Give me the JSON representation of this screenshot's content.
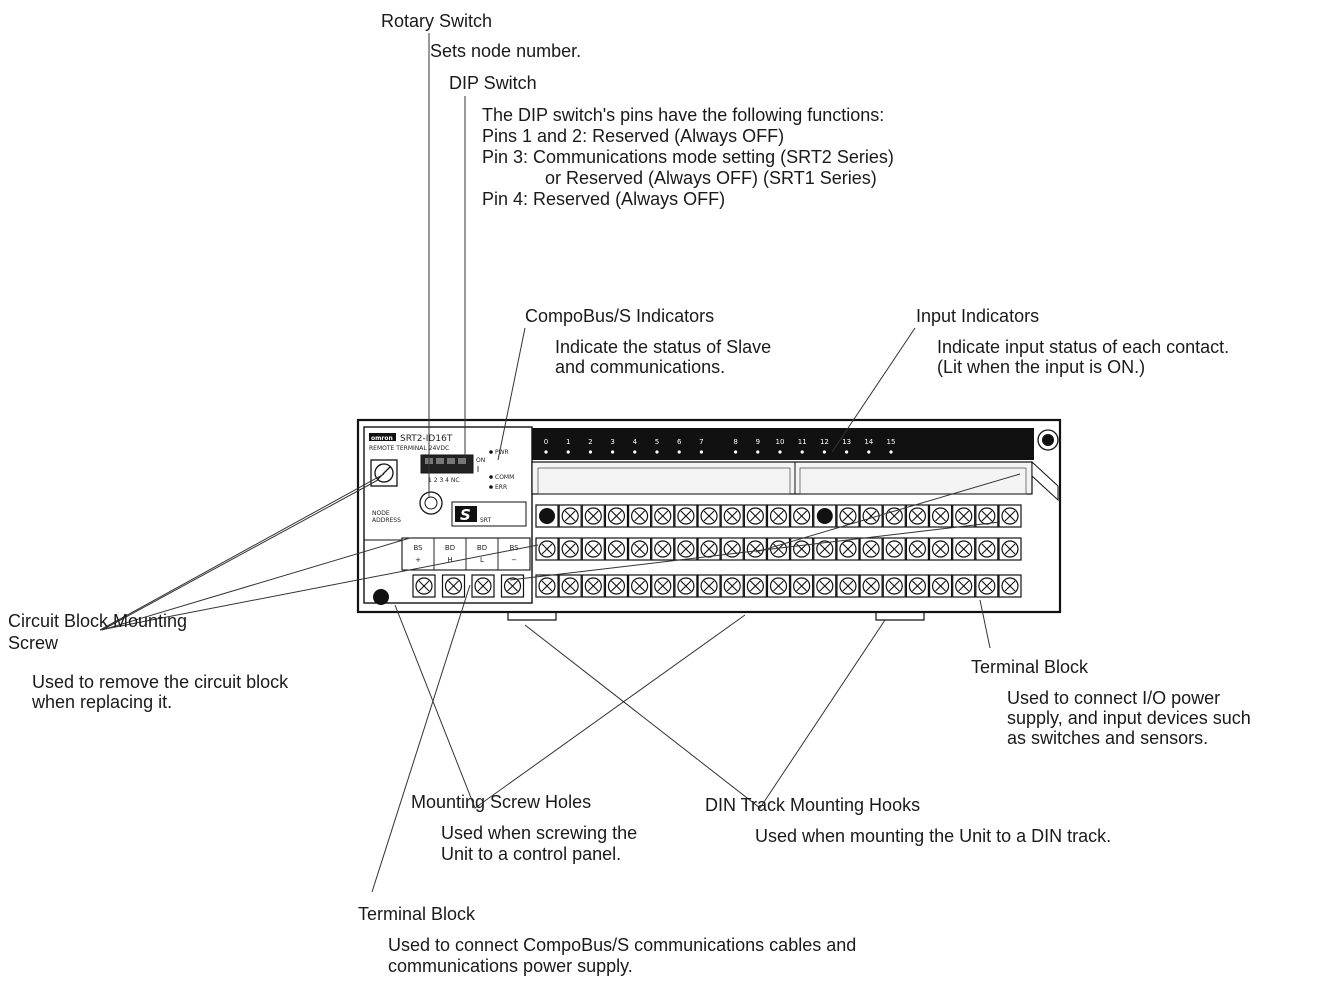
{
  "device": {
    "brand": "omron",
    "model": "SRT2-ID16T",
    "subtitle": "REMOTE TERMINAL 24VDC",
    "dip_on": "ON",
    "dip_numbers": "1 2 3 4 NC",
    "pwr": "PWR",
    "comm": "COMM",
    "err": "ERR",
    "node_address": [
      "NODE",
      "ADDRESS"
    ],
    "srt_logo": "S",
    "srt_sub": "SRT",
    "input_numbers": [
      "0",
      "1",
      "2",
      "3",
      "4",
      "5",
      "6",
      "7",
      "8",
      "9",
      "10",
      "11",
      "12",
      "13",
      "14",
      "15"
    ],
    "bs_terminals": [
      [
        "BS",
        "+"
      ],
      [
        "BD",
        "H"
      ],
      [
        "BD",
        "L"
      ],
      [
        "BS",
        "−"
      ]
    ]
  },
  "callouts": {
    "rotary_switch": {
      "title": "Rotary Switch",
      "desc": [
        "Sets node number."
      ]
    },
    "dip_switch": {
      "title": "DIP Switch",
      "desc": [
        "The DIP switch's pins have the following functions:",
        "Pins 1 and 2: Reserved (Always OFF)",
        "Pin 3: Communications mode setting (SRT2 Series)",
        "or Reserved (Always OFF) (SRT1 Series)",
        "Pin 4: Reserved (Always OFF)"
      ]
    },
    "compobus_indicators": {
      "title": "CompoBus/S Indicators",
      "desc": [
        "Indicate the status of Slave",
        "and communications."
      ]
    },
    "input_indicators": {
      "title": "Input Indicators",
      "desc": [
        "Indicate input status of each contact.",
        "(Lit when the input is ON.)"
      ]
    },
    "circuit_block_screw": {
      "title": [
        "Circuit Block Mounting",
        "Screw"
      ],
      "desc": [
        "Used to remove the circuit block",
        "when replacing it."
      ]
    },
    "terminal_block_right": {
      "title": "Terminal Block",
      "desc": [
        "Used to connect I/O power",
        "supply, and input devices such",
        "as switches and sensors."
      ]
    },
    "mounting_screw_holes": {
      "title": "Mounting Screw Holes",
      "desc": [
        "Used when screwing the",
        "Unit to a control panel."
      ]
    },
    "din_track_hooks": {
      "title": "DIN Track Mounting Hooks",
      "desc": [
        "Used when mounting the Unit to a DIN track."
      ]
    },
    "terminal_block_bottom": {
      "title": "Terminal Block",
      "desc": [
        "Used to connect CompoBus/S communications cables and",
        "communications power supply."
      ]
    }
  }
}
